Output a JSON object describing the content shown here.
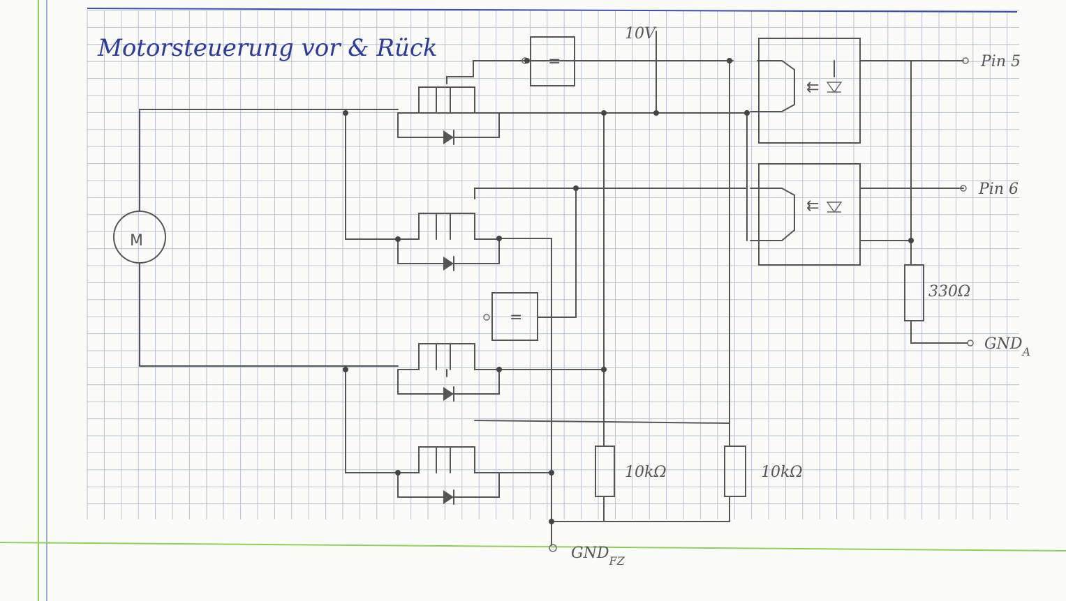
{
  "title": "Motorsteuerung vor & Rück",
  "motor_label": "M",
  "supply_label": "10V",
  "pins": {
    "pin5": "Pin 5",
    "pin6": "Pin 6",
    "gnd_a": "GND",
    "gnd_a_sub": "A",
    "gnd_fz": "GND",
    "gnd_fz_sub": "FZ"
  },
  "resistors": {
    "r1": "10kΩ",
    "r2": "10kΩ",
    "r3": "330Ω"
  },
  "converter_symbol": "=",
  "colors": {
    "grid_line": "#b9c3d6",
    "margin_green": "#8fcf5a",
    "margin_blue": "#6aa5d8",
    "title_ink": "#2a3aa0",
    "pencil": "#555555"
  }
}
